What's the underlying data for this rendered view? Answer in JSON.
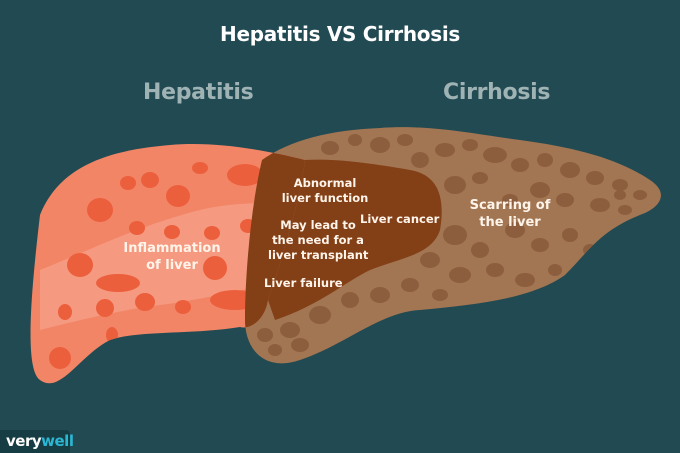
{
  "title": "Hepatitis VS Cirrhosis",
  "headings": {
    "left": "Hepatitis",
    "right": "Cirrhosis"
  },
  "labels": {
    "hepatitis_only": [
      "Inflammation",
      "of liver"
    ],
    "cirrhosis_only": [
      "Scarring of",
      "the liver"
    ],
    "overlap": {
      "abnormal": [
        "Abnormal",
        "liver function"
      ],
      "transplant": [
        "May lead to",
        "the need for a",
        "liver transplant"
      ],
      "failure": "Liver failure",
      "cancer": "Liver cancer"
    }
  },
  "brand": {
    "part1": "very",
    "part2": "well"
  },
  "colors": {
    "background": "#224a52",
    "hepatitis_fill": "#f28566",
    "hepatitis_inner": "#f59a80",
    "hepatitis_spots": "#ec5f3d",
    "cirrhosis_fill": "#a27553",
    "cirrhosis_spots": "#8a5b3a",
    "overlap_fill": "#833f16",
    "heading_color": "#9fb3b5",
    "brand_accent": "#2ab7d3"
  }
}
